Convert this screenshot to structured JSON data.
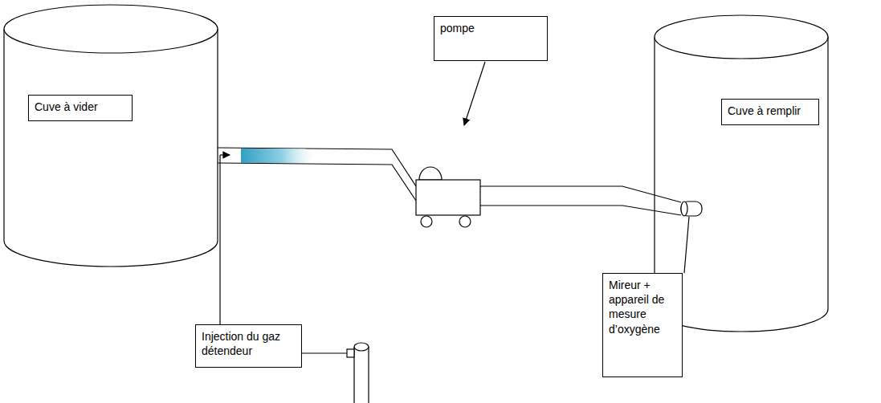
{
  "diagram": {
    "nodes": [
      {
        "text": [
          "pompe"
        ]
      },
      {
        "text": [
          "Cuve à vider"
        ]
      },
      {
        "text": [
          "Cuve à remplir"
        ]
      },
      {
        "text": [
          "Mireur + appareil de mesure d’oxygène"
        ]
      },
      {
        "text": [
          "Injection du gaz détendeur"
        ]
      }
    ]
  }
}
